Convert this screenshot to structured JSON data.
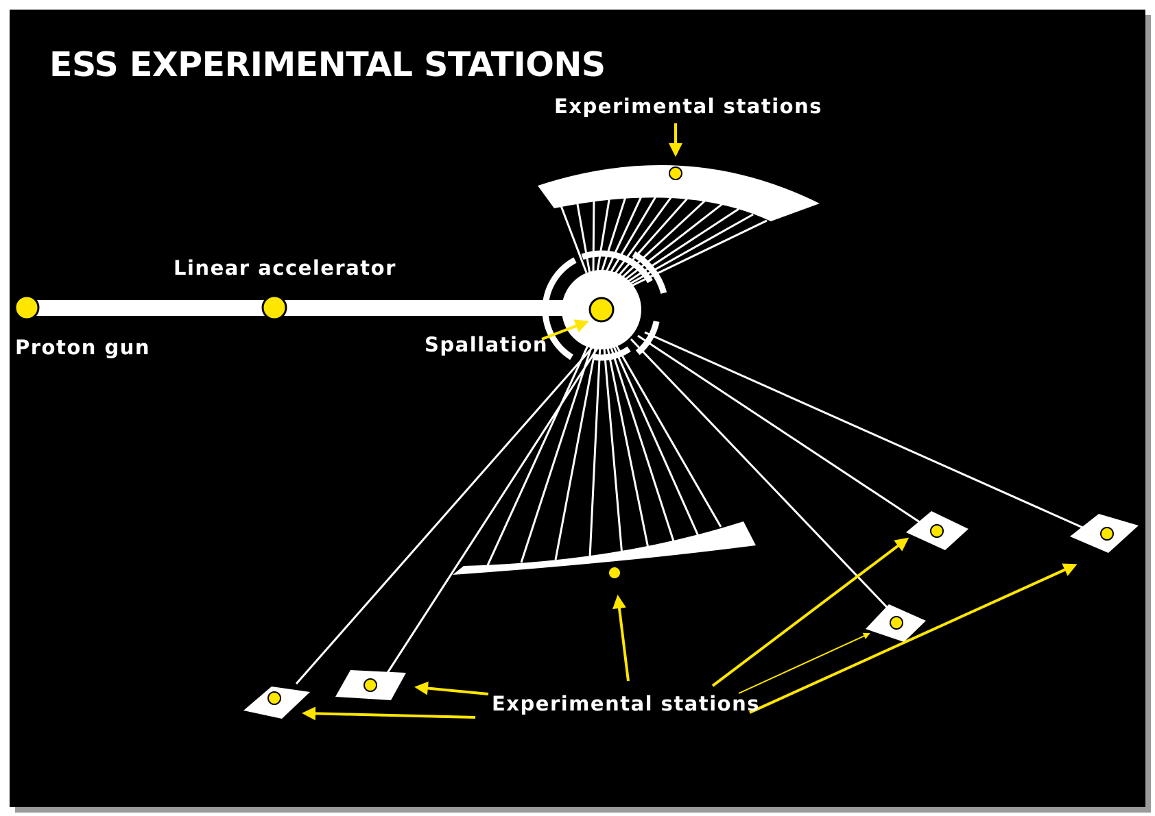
{
  "title": "ESS EXPERIMENTAL STATIONS",
  "labels": {
    "proton_gun": "Proton gun",
    "linear_accelerator": "Linear accelerator",
    "spallation": "Spallation",
    "experimental_stations_top": "Experimental stations",
    "experimental_stations_bottom": "Experimental stations"
  },
  "colors": {
    "background": "#000000",
    "beamline": "#ffffff",
    "accent": "#ffe600",
    "frame": "#ffffff"
  }
}
